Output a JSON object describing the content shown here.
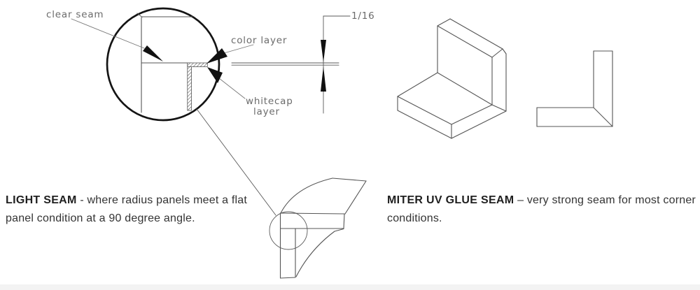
{
  "figure": {
    "detail": {
      "clear_seam_label": "clear seam",
      "color_layer_label": "color layer",
      "whitecap_label_line1": "whitecap",
      "whitecap_label_line2": "layer",
      "thickness_dimension": "1/16"
    },
    "captions": {
      "light_seam": {
        "term": "LIGHT SEAM",
        "dash": " - ",
        "description": "where radius panels meet a flat panel condition at a 90 degree angle."
      },
      "miter_uv_glue_seam": {
        "term": "MITER UV GLUE SEAM",
        "dash": " – ",
        "description": "very strong seam for most corner conditions."
      }
    },
    "colors": {
      "line": "#555555",
      "accent_black": "#141414",
      "label_text": "#6b6b6b",
      "caption_text": "#333333"
    }
  }
}
